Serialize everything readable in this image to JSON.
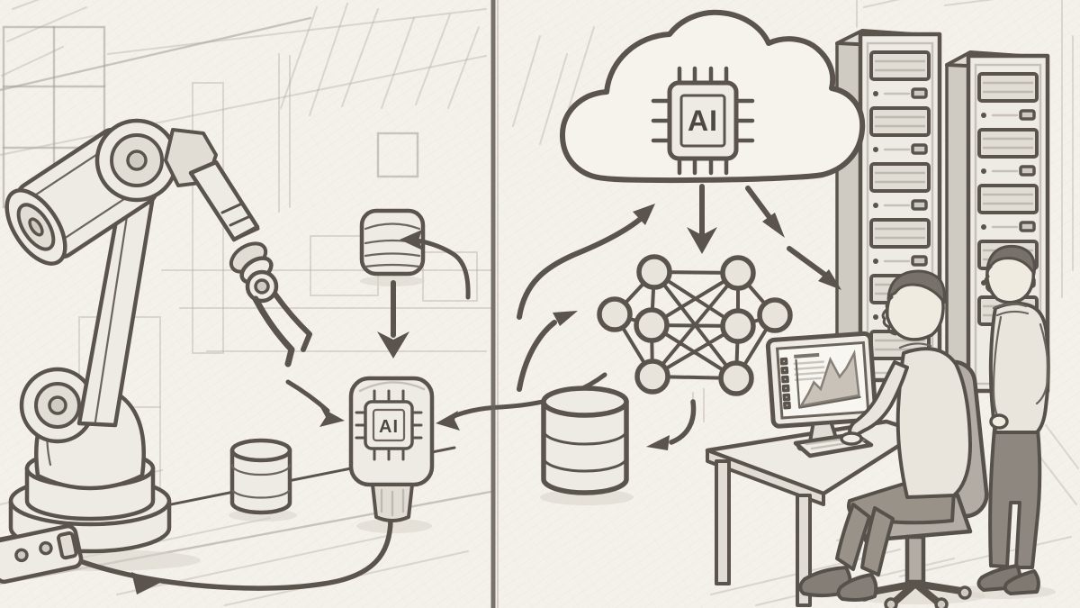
{
  "palette": {
    "paper": "#f4f1ea",
    "pencil": "#5a544d",
    "pencil_faint": "#a49d93",
    "graphite_fill": "#eeebe4",
    "shading": "#d8d3cb"
  },
  "divider": {
    "name": "panel-divider",
    "orientation": "vertical"
  },
  "left_scene": {
    "name": "factory-edge-side",
    "components": [
      "industrial-robot-arm-icon",
      "parts-canister-icon",
      "database-icon",
      "ai-adapter-icon",
      "power-cable",
      "wall-socket-icon",
      "factory-window",
      "ceiling-beams",
      "workbench"
    ],
    "edge_device": {
      "chip_label": "AI"
    }
  },
  "right_scene": {
    "name": "cloud-side",
    "components": [
      "cloud-icon",
      "ai-chip-icon",
      "neural-network-icon",
      "database-icon",
      "server-rack-icon",
      "server-rack-icon",
      "desk",
      "monitor-area-chart-icon",
      "keyboard",
      "office-chair",
      "seated-analyst",
      "standing-observer"
    ],
    "cloud": {
      "chip_label": "AI"
    },
    "neural_network": {
      "node_count": 8
    }
  },
  "arrows": [
    "arrow-loop-to-left-database",
    "arrow-left-database-to-adapter",
    "arrow-robot-to-adapter",
    "arrow-neural-net-to-adapter",
    "arrow-left-to-cloud",
    "arrow-left-to-neural-net",
    "arrow-cloud-to-neural-net",
    "arrow-cloud-to-workstation",
    "arrow-neural-net-to-database",
    "arrow-cable-flow"
  ]
}
